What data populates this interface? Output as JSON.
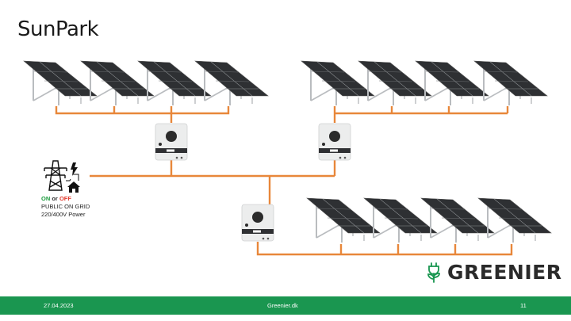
{
  "slide": {
    "title": "SunPark"
  },
  "grid": {
    "icon": "power-grid-icon",
    "on_label": "ON",
    "or_label": "or",
    "off_label": "OFF",
    "line1": "PUBLIC ON GRID",
    "line2": "220/400V Power"
  },
  "logo": {
    "icon": "plug-plant-icon",
    "text": "GREENIER"
  },
  "footer": {
    "date": "27.04.2023",
    "site": "Greenier.dk",
    "page": "11"
  },
  "colors": {
    "wire": "#e8873a",
    "footer_bg": "#1a9650",
    "on": "#1a9a3c",
    "off": "#e23b2e",
    "logo_green": "#1a9650"
  }
}
